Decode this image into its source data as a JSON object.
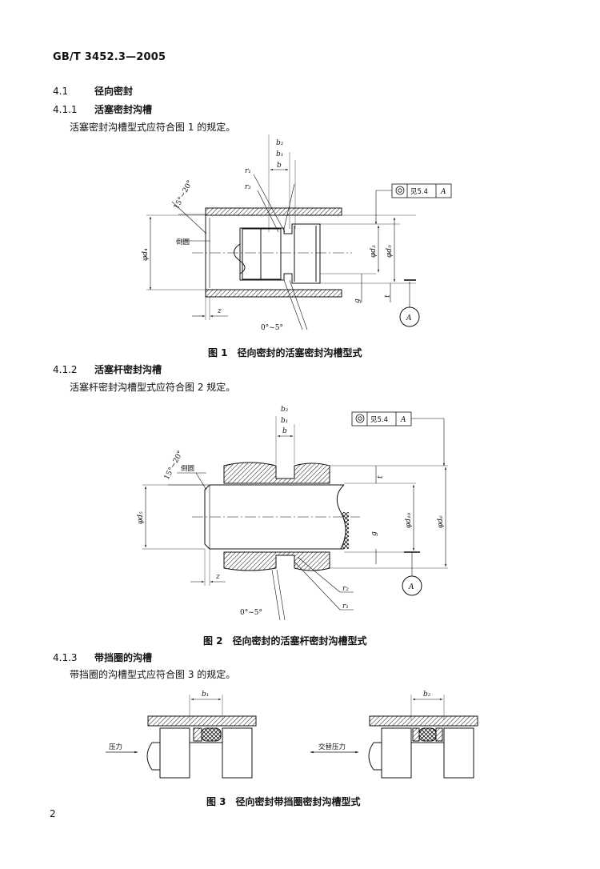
{
  "header": {
    "standard": "GB/T 3452.3—2005"
  },
  "sections": {
    "s41": {
      "num": "4.1",
      "title": "径向密封"
    },
    "s411": {
      "num": "4.1.1",
      "title": "活塞密封沟槽",
      "body": "活塞密封沟槽型式应符合图 1 的规定。"
    },
    "s412": {
      "num": "4.1.2",
      "title": "活塞杆密封沟槽",
      "body": "活塞杆密封沟槽型式应符合图 2 规定。"
    },
    "s413": {
      "num": "4.1.3",
      "title": "带挡圈的沟槽",
      "body": "带挡圈的沟槽型式应符合图 3 的规定。"
    }
  },
  "figures": {
    "fig1": {
      "caption": "图 1　径向密封的活塞密封沟槽型式",
      "labels": {
        "b2": "b₂",
        "b1": "b₁",
        "b": "b",
        "r1": "r₁",
        "r2": "r₂",
        "angle": "15°~20°",
        "chamfer": "倒圆",
        "d4": "φd₄",
        "d3": "φd₃",
        "d9": "φd₉",
        "g": "g",
        "t": "t",
        "z": "z",
        "taper": "0°~5°",
        "datum": "A"
      },
      "tolerance": {
        "symbol": "◎",
        "ref": "见5.4",
        "datum": "A"
      }
    },
    "fig2": {
      "caption": "图 2　径向密封的活塞杆密封沟槽型式",
      "labels": {
        "b2": "b₂",
        "b1": "b₁",
        "b": "b",
        "r1": "r₁",
        "r2": "r₂",
        "angle": "15°~20°",
        "chamfer": "倒圆",
        "d5": "φd₅",
        "d10": "φd₁₀",
        "d6": "φd₆",
        "g": "g",
        "t": "t",
        "z": "z",
        "taper": "0°~5°",
        "datum": "A"
      },
      "tolerance": {
        "symbol": "◎",
        "ref": "见5.4",
        "datum": "A"
      }
    },
    "fig3": {
      "caption": "图 3　径向密封带挡圈密封沟槽型式",
      "left": {
        "dim": "b₁",
        "pressure": "压力"
      },
      "right": {
        "dim": "b₂",
        "pressure": "交替压力"
      }
    }
  },
  "page_number": "2"
}
